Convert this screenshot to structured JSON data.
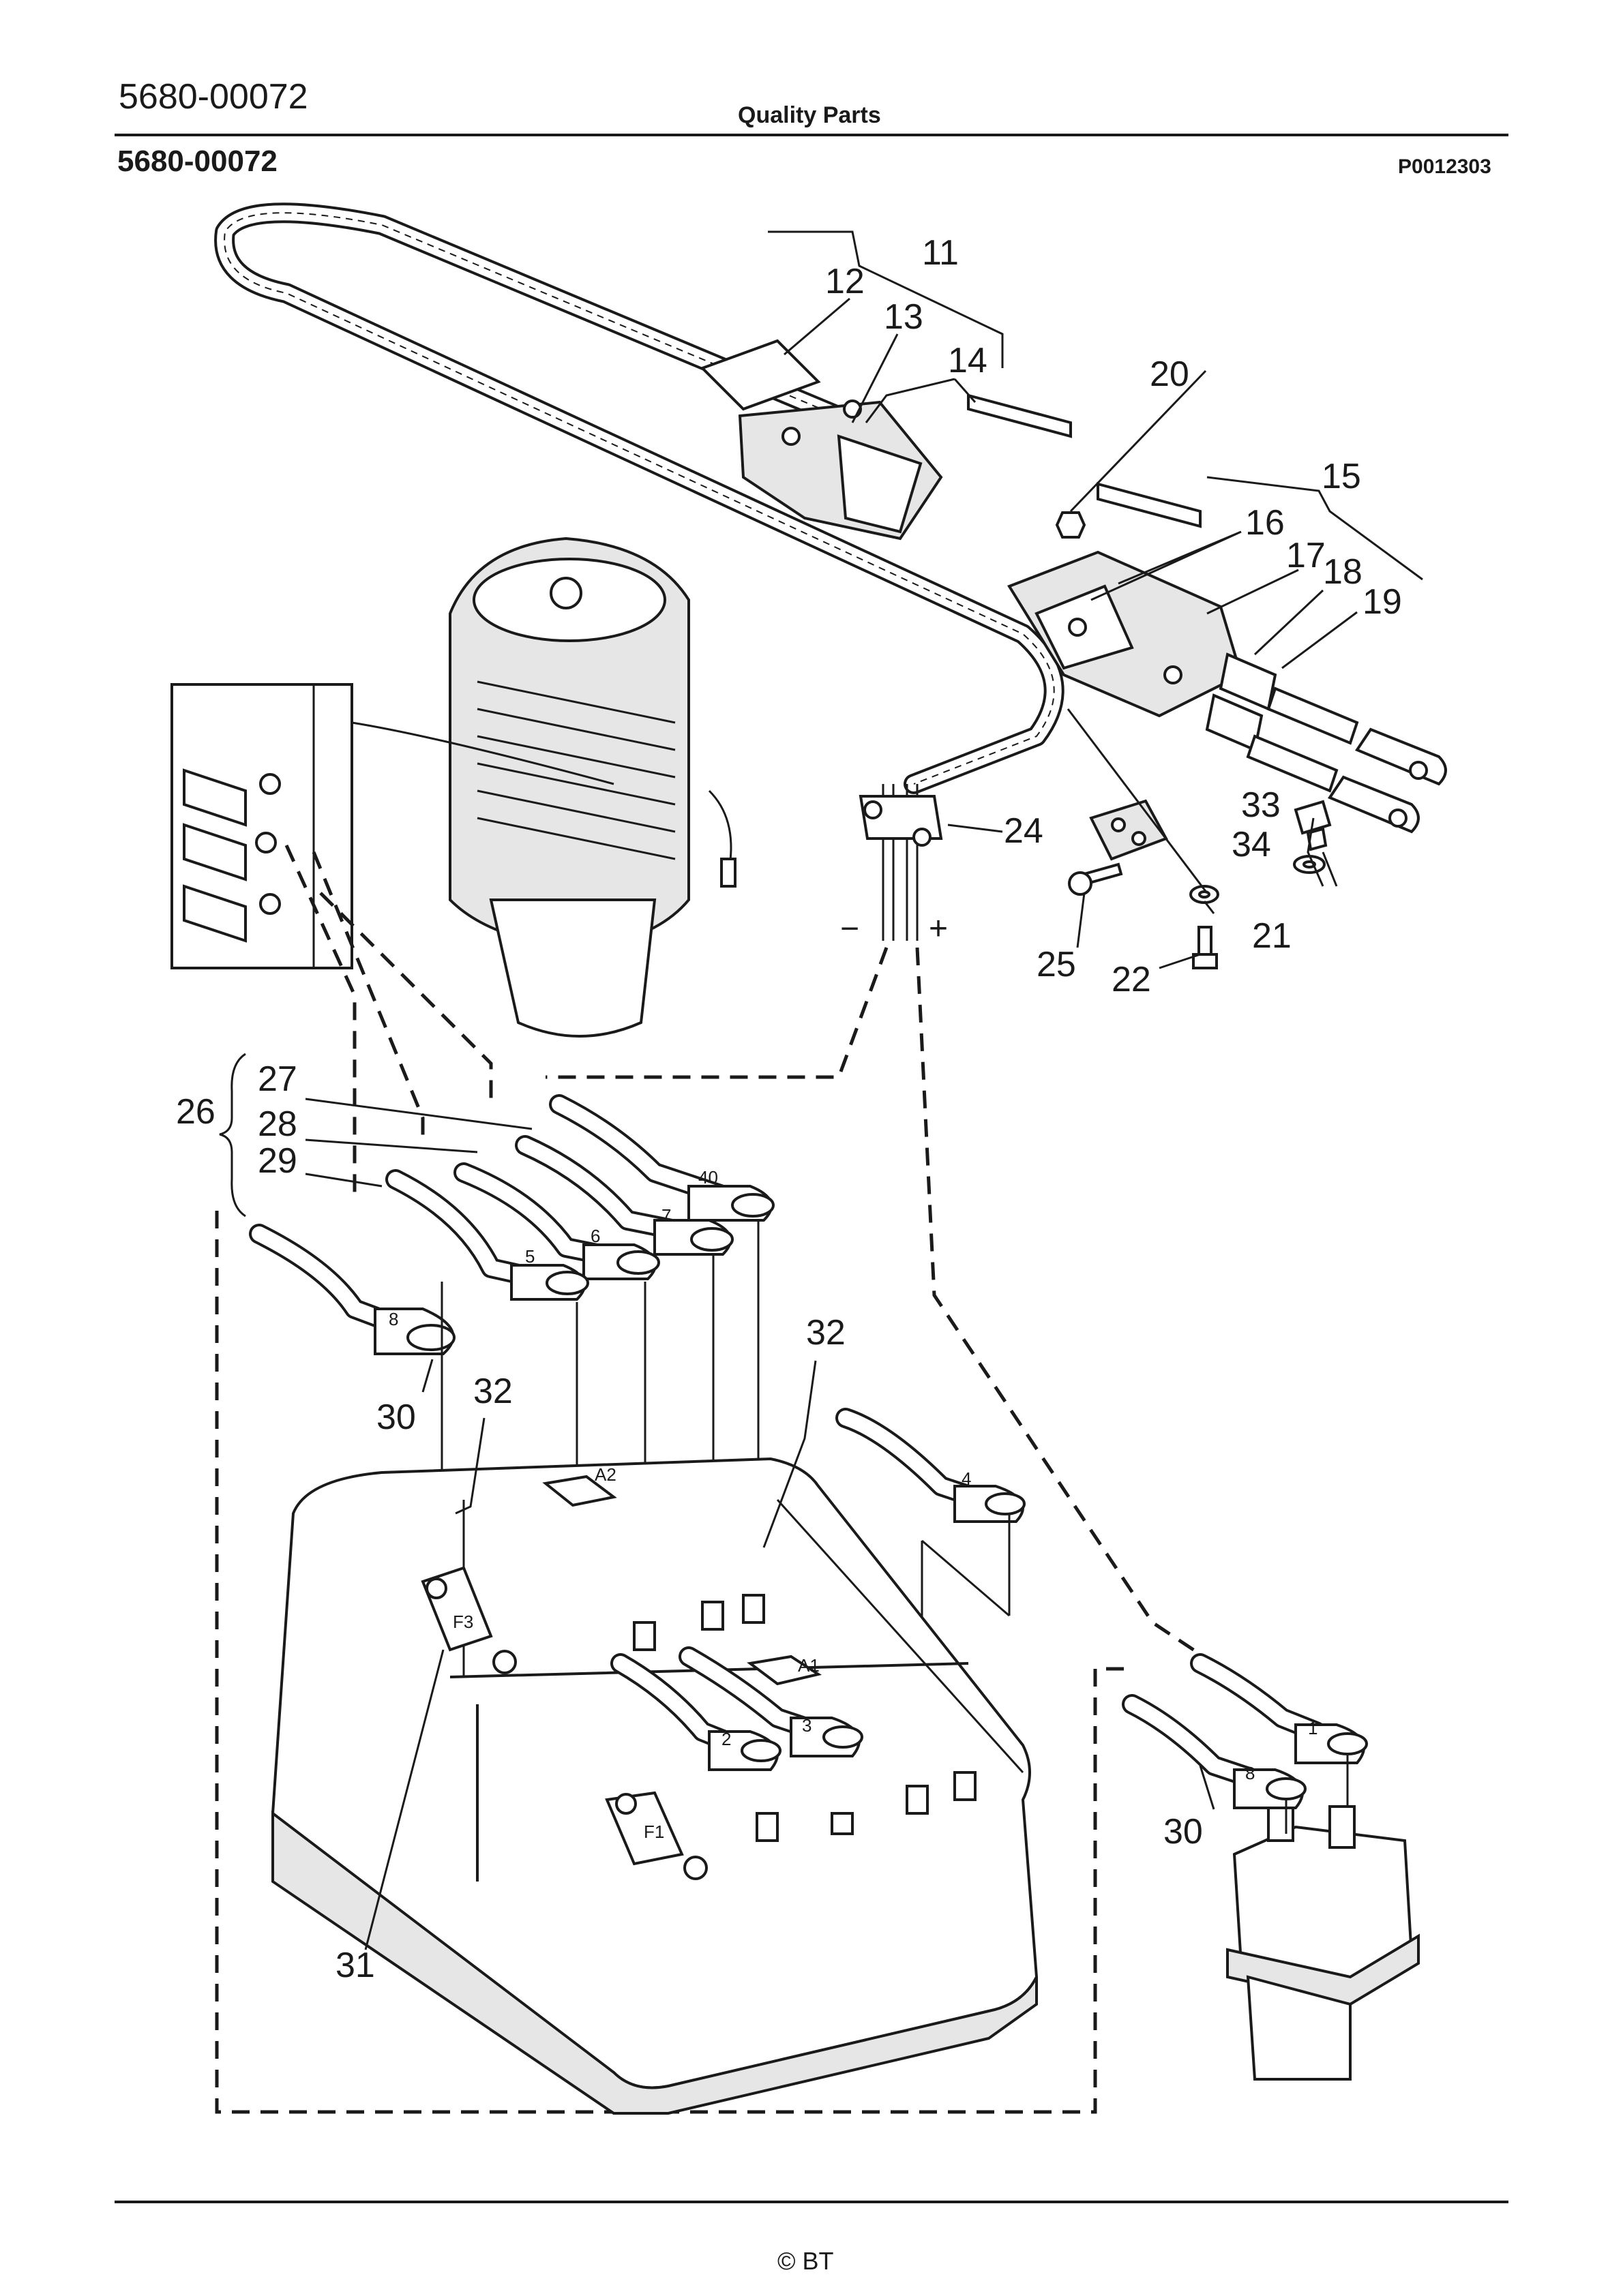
{
  "header": {
    "part_number": "5680-00072",
    "brand_line": "Quality Parts",
    "section_number": "5680-00072",
    "picture_ref": "P0012303"
  },
  "footer": {
    "copyright": "© BT"
  },
  "callouts": {
    "c11": "11",
    "c12": "12",
    "c13": "13",
    "c14": "14",
    "c15": "15",
    "c16": "16",
    "c17": "17",
    "c18": "18",
    "c19": "19",
    "c20": "20",
    "c21": "21",
    "c22": "22",
    "c24": "24",
    "c25": "25",
    "c26": "26",
    "c27": "27",
    "c28": "28",
    "c29": "29",
    "c30a": "30",
    "c30b": "30",
    "c31": "31",
    "c32a": "32",
    "c32b": "32",
    "c33": "33",
    "c34": "34"
  },
  "polarity": {
    "minus": "−",
    "plus": "+"
  },
  "terminal_marks": {
    "t40": "40",
    "t7": "7",
    "t6": "6",
    "t5": "5",
    "t8a": "8",
    "t4": "4",
    "t3": "3",
    "t2": "2",
    "t1": "1",
    "t8b": "8"
  },
  "controller_marks": {
    "a1": "A1",
    "a2": "A2",
    "f1": "F1",
    "f3": "F3"
  }
}
